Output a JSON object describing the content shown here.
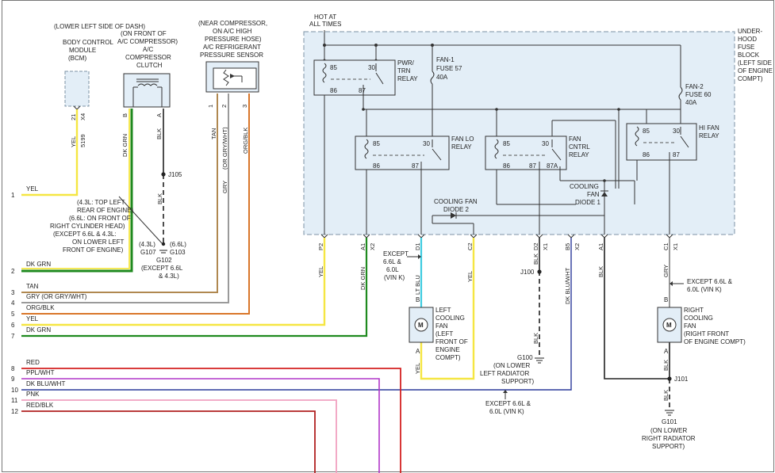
{
  "components": {
    "bcm": {
      "location": "(LOWER LEFT SIDE OF DASH)",
      "name1": "BODY CONTROL",
      "name2": "MODULE",
      "abbr": "(BCM)",
      "pin": "21",
      "conn": "X4",
      "circuit": "5199",
      "wire": "YEL"
    },
    "clutch": {
      "location1": "(ON FRONT OF",
      "location2": "A/C COMPRESSOR)",
      "name1": "A/C",
      "name2": "COMPRESSOR",
      "name3": "CLUTCH",
      "pin_b": "B",
      "pin_a": "A",
      "wire_b": "DK GRN",
      "wire_a": "BLK"
    },
    "sensor": {
      "location1": "(NEAR COMPRESSOR,",
      "location2": "ON A/C HIGH",
      "location3": "PRESSURE HOSE)",
      "name1": "A/C REFRIGERANT",
      "name2": "PRESSURE SENSOR",
      "pin1": "1",
      "pin2": "2",
      "pin3": "3",
      "wire1": "TAN",
      "wire2": "(OR GRY/WHT)",
      "wire2b": "GRY",
      "wire3": "ORG/BLK"
    },
    "fuse_block": {
      "name1": "UNDER-",
      "name2": "HOOD",
      "name3": "FUSE",
      "name4": "BLOCK",
      "name5": "(LEFT SIDE",
      "name6": "OF ENGINE",
      "name7": "COMPT)",
      "hot": "HOT AT",
      "hot2": "ALL TIMES"
    },
    "pwr_relay": {
      "name1": "PWR/",
      "name2": "TRN",
      "name3": "RELAY",
      "p85": "85",
      "p30": "30",
      "p86": "86",
      "p87": "87"
    },
    "fan1_fuse": {
      "name1": "FAN-1",
      "name2": "FUSE 57",
      "name3": "40A"
    },
    "fan2_fuse": {
      "name1": "FAN-2",
      "name2": "FUSE 60",
      "name3": "40A"
    },
    "fan_lo_relay": {
      "name1": "FAN LO",
      "name2": "RELAY",
      "p85": "85",
      "p30": "30",
      "p86": "86",
      "p87": "87"
    },
    "fan_cntrl_relay": {
      "name1": "FAN",
      "name2": "CNTRL",
      "name3": "RELAY",
      "p85": "85",
      "p30": "30",
      "p86": "86",
      "p87": "87",
      "p87a": "87A"
    },
    "hi_fan_relay": {
      "name1": "HI FAN",
      "name2": "RELAY",
      "p85": "85",
      "p30": "30",
      "p86": "86",
      "p87": "87"
    },
    "diode1": {
      "name1": "COOLING",
      "name2": "FAN",
      "name3": "DIODE 1"
    },
    "diode2": {
      "name1": "COOLING FAN",
      "name2": "DIODE 2"
    },
    "left_fan": {
      "name1": "LEFT",
      "name2": "COOLING",
      "name3": "FAN",
      "name4": "(LEFT",
      "name5": "FRONT OF",
      "name6": "ENGINE",
      "name7": "COMPT)",
      "pin_b": "B",
      "pin_a": "A",
      "wire_b": "LT BLU",
      "wire_a": "YEL"
    },
    "right_fan": {
      "name1": "RIGHT",
      "name2": "COOLING",
      "name3": "FAN",
      "name4": "(RIGHT FRONT",
      "name5": "OF ENGINE COMPT)",
      "pin_b": "B",
      "pin_a": "A",
      "wire_b": "GRY",
      "wire_a": "BLK"
    },
    "connectors": {
      "p2": "P2",
      "x2": "X2",
      "a1": "A1",
      "d1": "D1",
      "c2": "C2",
      "d2": "D2",
      "b5": "B5",
      "c1": "C1",
      "x1": "X1"
    },
    "wires": {
      "yel_p2": "YEL",
      "dkgrn_a1": "DK GRN",
      "ltblu_d1": "LT BLU",
      "yel_c2": "YEL",
      "blk_d2": "BLK",
      "dkbluwht_b5": "DK BLU/WHT",
      "blk_a1": "BLK",
      "gry_c1": "GRY",
      "blk_j100": "BLK",
      "blk_j101": "BLK",
      "blk_j105": "BLK",
      "blk_j105b": "BLK"
    },
    "notes": {
      "except_vink_1": "EXCEPT",
      "except_vink_2": "6.6L &",
      "except_vink_3": "6.0L",
      "except_vink_4": "(VIN K)",
      "right_except_1": "EXCEPT 6.6L &",
      "right_except_2": "6.0L (VIN K)",
      "bottom_except_1": "EXCEPT 6.6L &",
      "bottom_except_2": "6.0L (VIN K)",
      "g107_note_1": "(4.3L: TOP LEFT",
      "g107_note_2": "REAR OF ENGINE)",
      "g107_note_3": "(6.6L: ON FRONT OF",
      "g107_note_4": "RIGHT CYLINDER HEAD)",
      "g107_note_5": "(EXCEPT 6.6L & 4.3L:",
      "g107_note_6": "ON LOWER LEFT",
      "g107_note_7": "FRONT OF ENGINE)"
    },
    "grounds": {
      "j105": "J105",
      "g107a": "(4.3L)",
      "g107b": "G107",
      "g103a": "(6.6L)",
      "g103b": "G103",
      "g102": "G102",
      "g102n1": "(EXCEPT 6.6L",
      "g102n2": "& 4.3L)",
      "j100": "J100",
      "g100": "G100",
      "g100n1": "(ON LOWER",
      "g100n2": "LEFT RADIATOR",
      "g100n3": "SUPPORT)",
      "j101": "J101",
      "g101": "G101",
      "g101n1": "(ON LOWER",
      "g101n2": "RIGHT RADIATOR",
      "g101n3": "SUPPORT)"
    }
  },
  "left_wires": [
    {
      "num": "1",
      "label": "YEL",
      "color": "#f5e642"
    },
    {
      "num": "2",
      "label": "DK GRN",
      "color": "#1f8a1f"
    },
    {
      "num": "3",
      "label": "TAN",
      "color": "#b08850"
    },
    {
      "num": "4",
      "label": "GRY  (OR GRY/WHT)",
      "color": "#9a9a9a"
    },
    {
      "num": "5",
      "label": "ORG/BLK",
      "color": "#d9762a"
    },
    {
      "num": "6",
      "label": "YEL",
      "color": "#f5e642"
    },
    {
      "num": "7",
      "label": "DK GRN",
      "color": "#1f8a1f"
    },
    {
      "num": "8",
      "label": "RED",
      "color": "#d42020"
    },
    {
      "num": "9",
      "label": "PPL/WHT",
      "color": "#b035c8"
    },
    {
      "num": "10",
      "label": "DK BLU/WHT",
      "color": "#2a3a9a"
    },
    {
      "num": "11",
      "label": "PNK",
      "color": "#f0a0c0"
    },
    {
      "num": "12",
      "label": "RED/BLK",
      "color": "#b02020"
    }
  ],
  "colors": {
    "yel": "#f5e642",
    "dkgrn": "#1f8a1f",
    "ltblu": "#3ecbe0",
    "tan": "#b08850",
    "gry": "#9a9a9a",
    "orgblk": "#d9762a",
    "blk": "#222222",
    "fuse_fill": "#e3eef7",
    "fuse_border": "#7c93a6"
  }
}
